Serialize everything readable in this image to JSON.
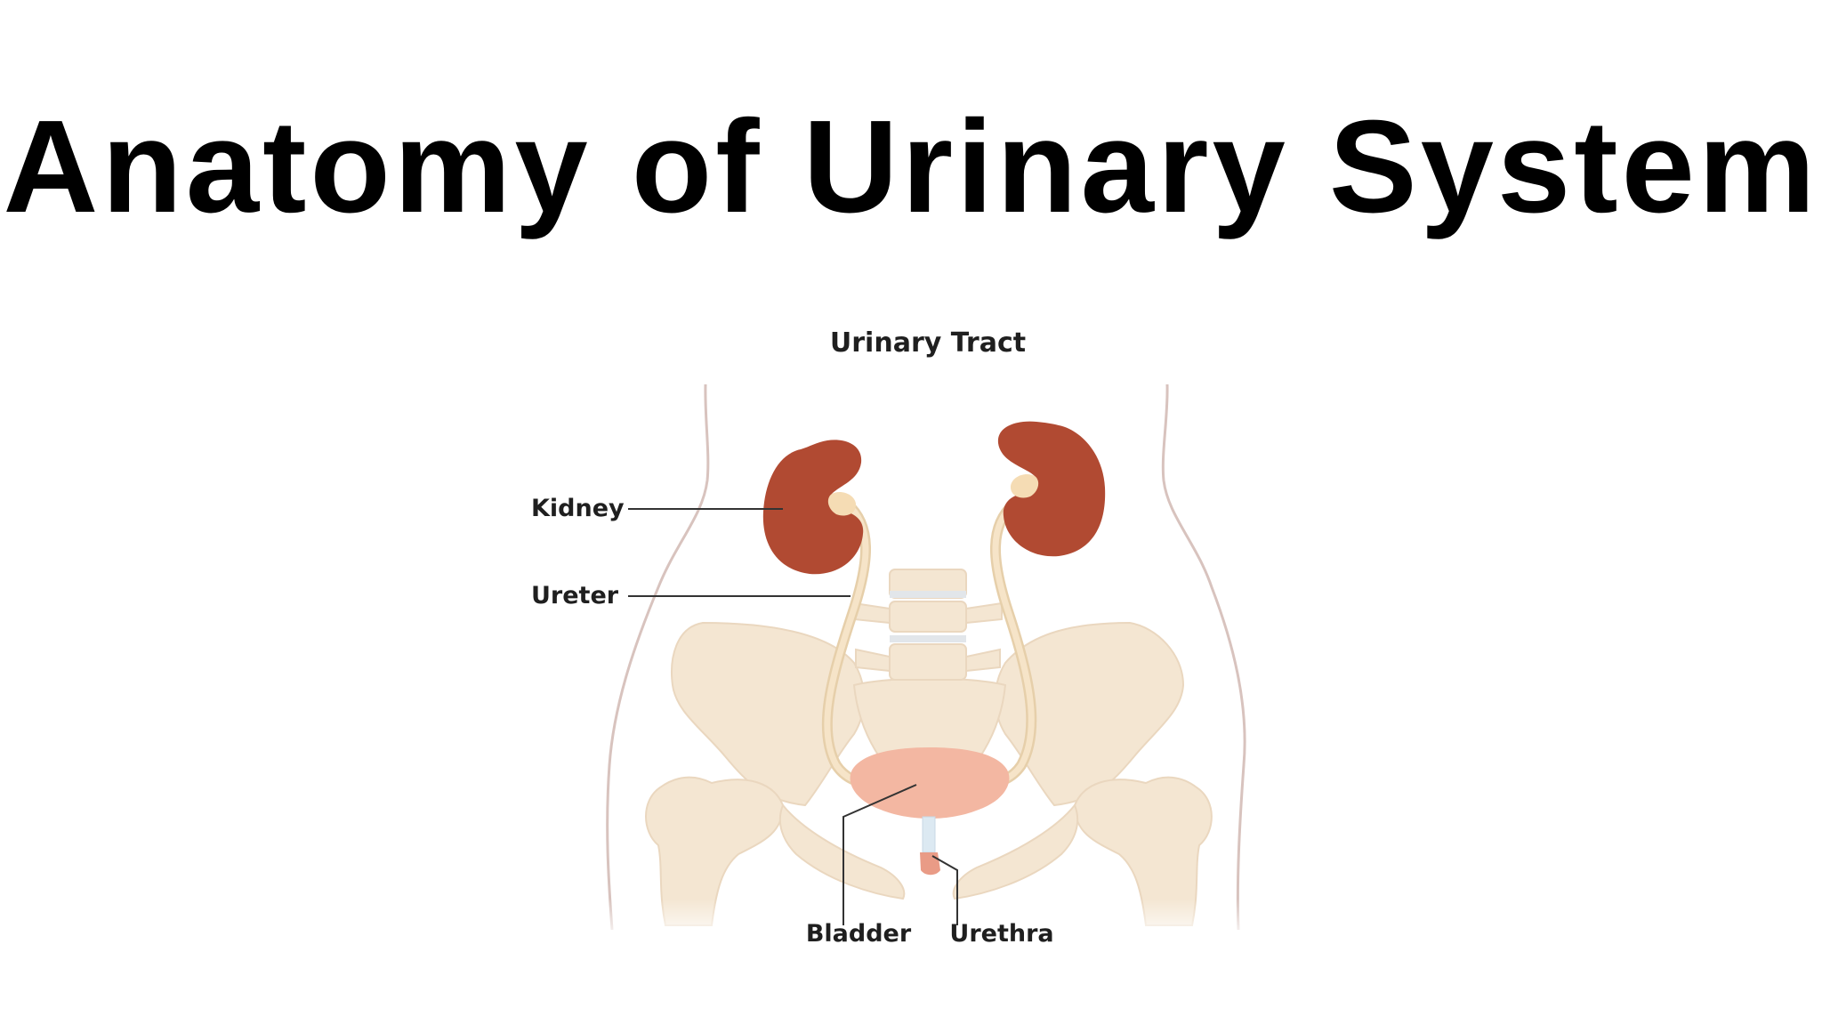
{
  "slide": {
    "title": "Anatomy of Urinary System"
  },
  "diagram": {
    "title": "Urinary Tract",
    "labels": {
      "kidney": "Kidney",
      "ureter": "Ureter",
      "bladder": "Bladder",
      "urethra": "Urethra"
    },
    "colors": {
      "kidney": "#b14a32",
      "kidney_hilum": "#f5dcb4",
      "ureter": "#f2dcb8",
      "bladder": "#f3b7a2",
      "urethra_tube": "#dce9f2",
      "urethra_tip": "#e99b86",
      "bone": "#f4e6d2",
      "body_outline": "#d8c3be"
    }
  }
}
